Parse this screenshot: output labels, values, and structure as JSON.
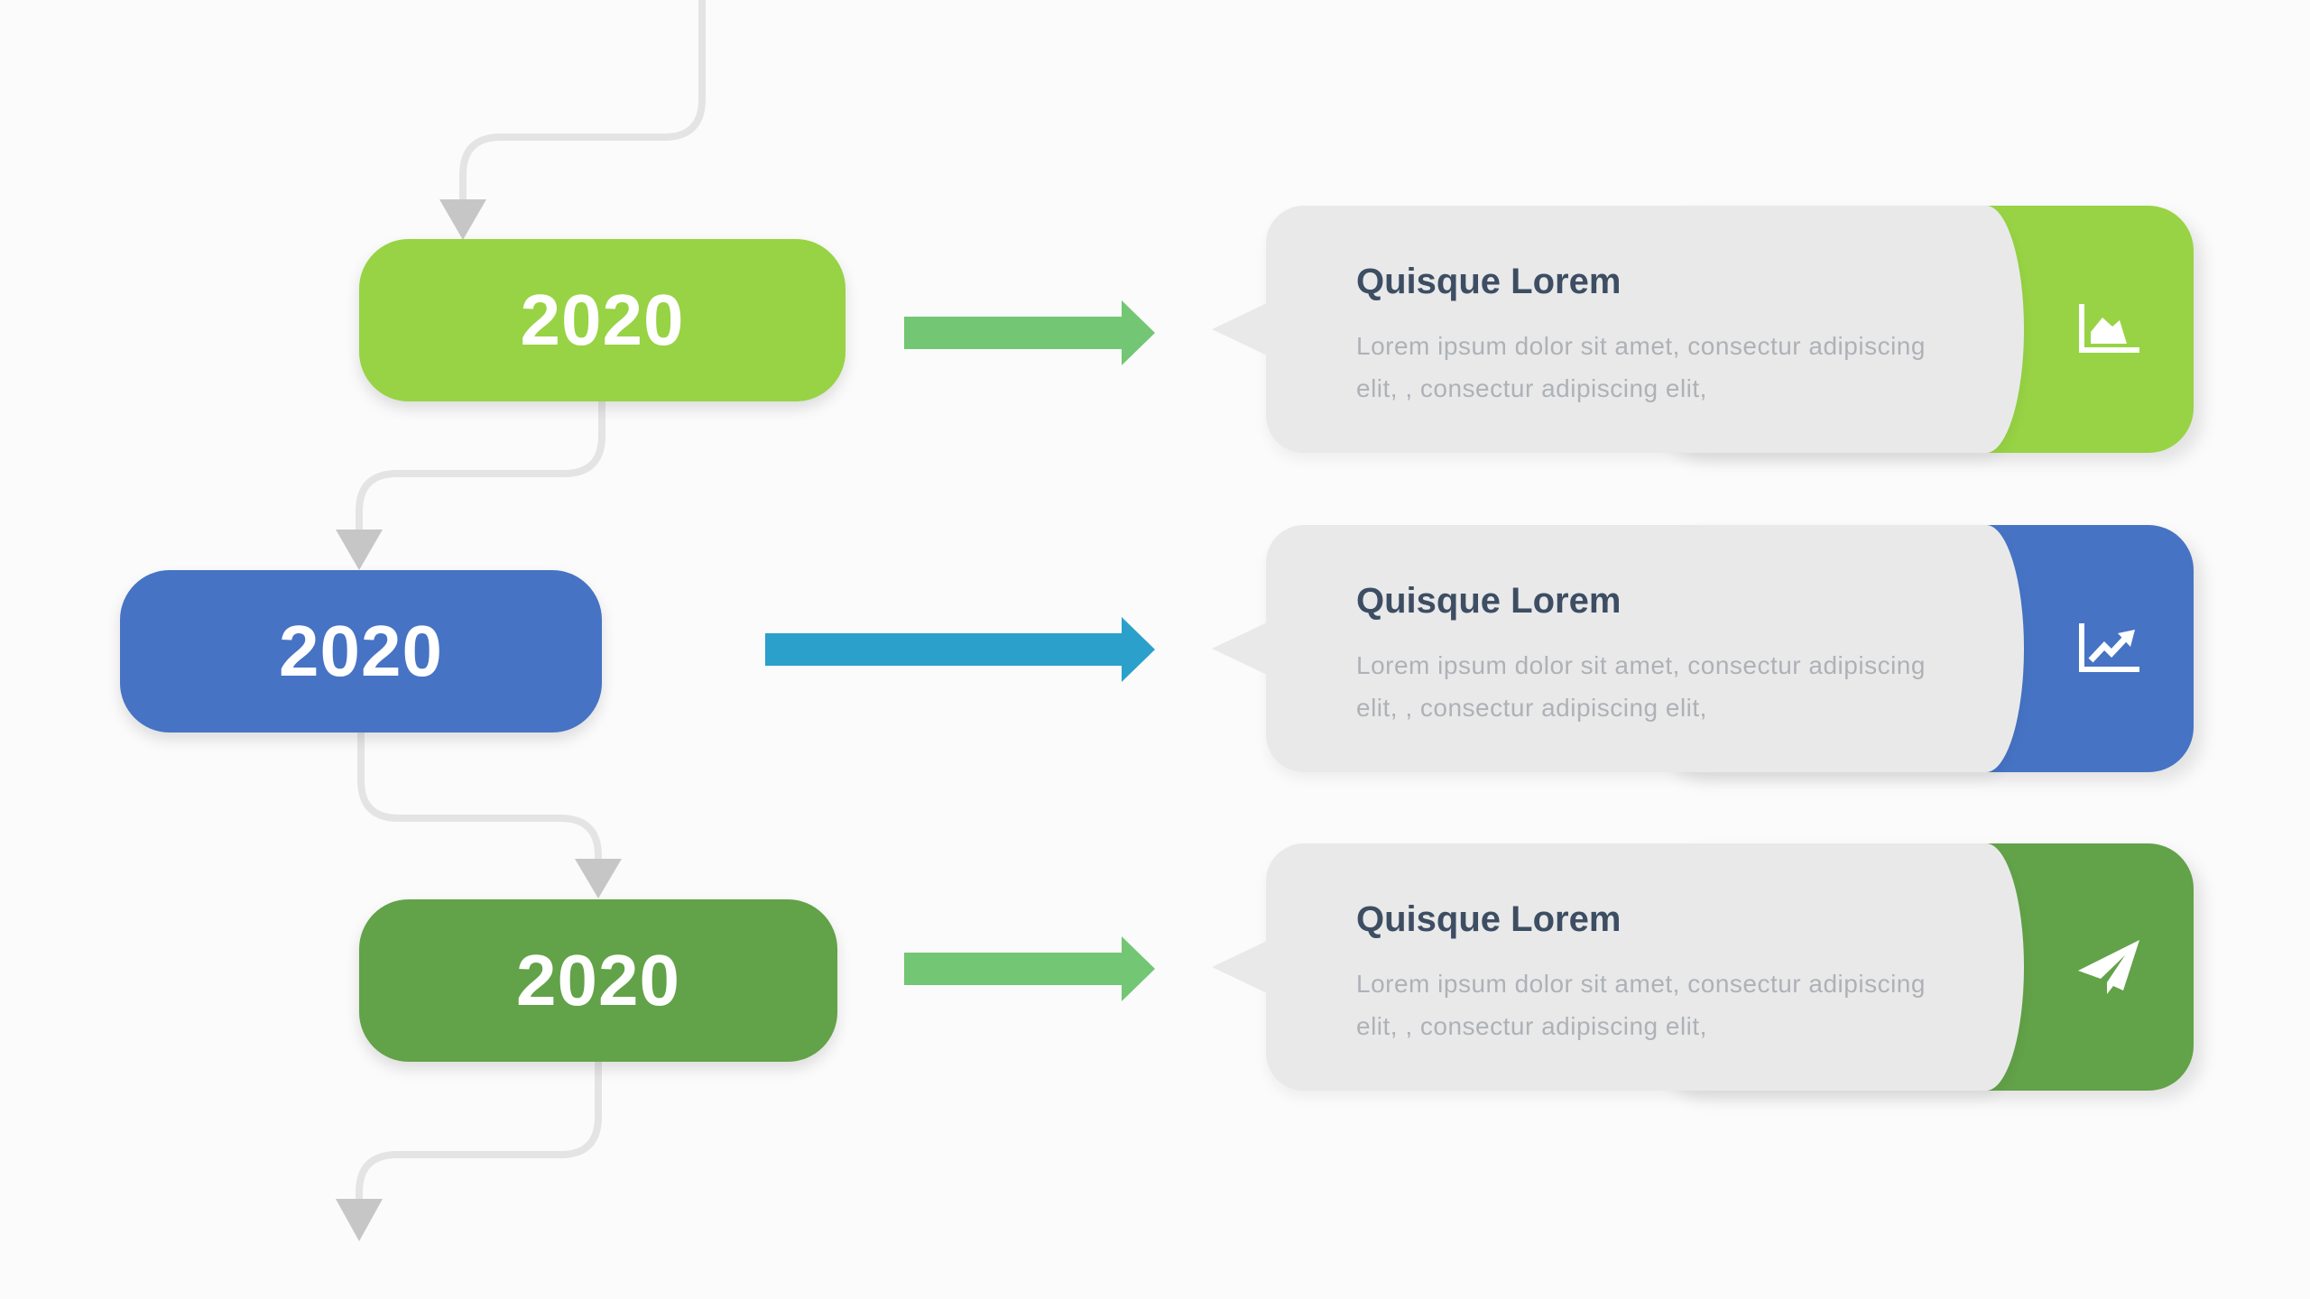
{
  "page": {
    "background": "#FBFBFB"
  },
  "connectors": {
    "line_color": "#E4E4E4",
    "arrowhead_color": "#C6C6C6"
  },
  "card_background": "#E9E9EA",
  "title_color": "#3D4E63",
  "body_color": "#AEB2B6",
  "rows": [
    {
      "year": "2020",
      "badge_color": "#97D344",
      "arrow_color": "#73C674",
      "card": {
        "title": "Quisque Lorem",
        "body_line1": "Lorem ipsum dolor sit amet, consectur adipiscing",
        "body_line2": "elit, , consectur adipiscing elit,",
        "accent_color": "#97D344",
        "icon": "area-chart-icon"
      }
    },
    {
      "year": "2020",
      "badge_color": "#4673C4",
      "arrow_color": "#2BA0CB",
      "card": {
        "title": "Quisque Lorem",
        "body_line1": "Lorem ipsum dolor sit amet, consectur adipiscing",
        "body_line2": "elit, , consectur adipiscing elit,",
        "accent_color": "#4673C4",
        "icon": "line-chart-icon"
      }
    },
    {
      "year": "2020",
      "badge_color": "#62A248",
      "arrow_color": "#73C674",
      "card": {
        "title": "Quisque Lorem",
        "body_line1": "Lorem ipsum dolor sit amet, consectur adipiscing",
        "body_line2": "elit, , consectur adipiscing elit,",
        "accent_color": "#62A248",
        "icon": "paper-plane-icon"
      }
    }
  ]
}
